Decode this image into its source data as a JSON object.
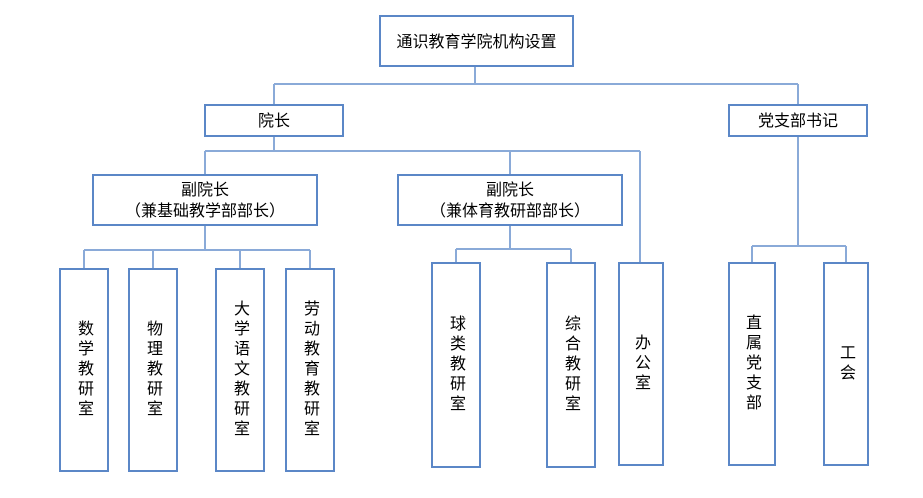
{
  "colors": {
    "border": "#5b87c7",
    "connector": "#8aaad8"
  },
  "root": {
    "label": "通识教育学院机构设置"
  },
  "level1": {
    "dean": {
      "label": "院长"
    },
    "party_secretary": {
      "label": "党支部书记"
    }
  },
  "level2": {
    "vice_dean_basic": {
      "line1": "副院长",
      "line2": "（兼基础教学部部长）"
    },
    "vice_dean_pe": {
      "line1": "副院长",
      "line2": "（兼体育教研部部长）"
    }
  },
  "level3": {
    "math": {
      "label": "数学教研室"
    },
    "physics": {
      "label": "物理教研室"
    },
    "chinese": {
      "label": "大学语文教研室"
    },
    "labor": {
      "label": "劳动教育教研室"
    },
    "ball": {
      "label": "球类教研室"
    },
    "general": {
      "label": "综合教研室"
    },
    "office": {
      "label": "办公室"
    },
    "direct_party": {
      "label": "直属党支部"
    },
    "union": {
      "label": "工会"
    }
  }
}
